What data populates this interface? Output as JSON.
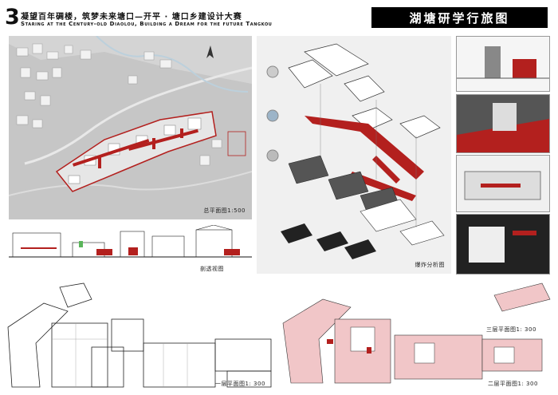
{
  "header": {
    "number": "3",
    "title_cn": "凝望百年碉楼，筑梦未来塘口—开平 · 塘口乡建设计大赛",
    "title_en": "Staring at the Century-old Diaolou, Building a Dream for the future Tangkou",
    "banner": "湖塘研学行旅图"
  },
  "captions": {
    "site_plan": "总平面图1:500",
    "section": "剖透视图",
    "exploded": "爆炸分析图",
    "plan_1f": "一层平面图1: 300",
    "plan_2f": "二层平面图1: 300",
    "plan_3f": "三层平面图1: 300"
  },
  "colors": {
    "accent_red": "#b3201e",
    "plan_pink": "#f1c6c8",
    "site_gray": "#c9c9c9",
    "banner_bg": "#000000"
  }
}
